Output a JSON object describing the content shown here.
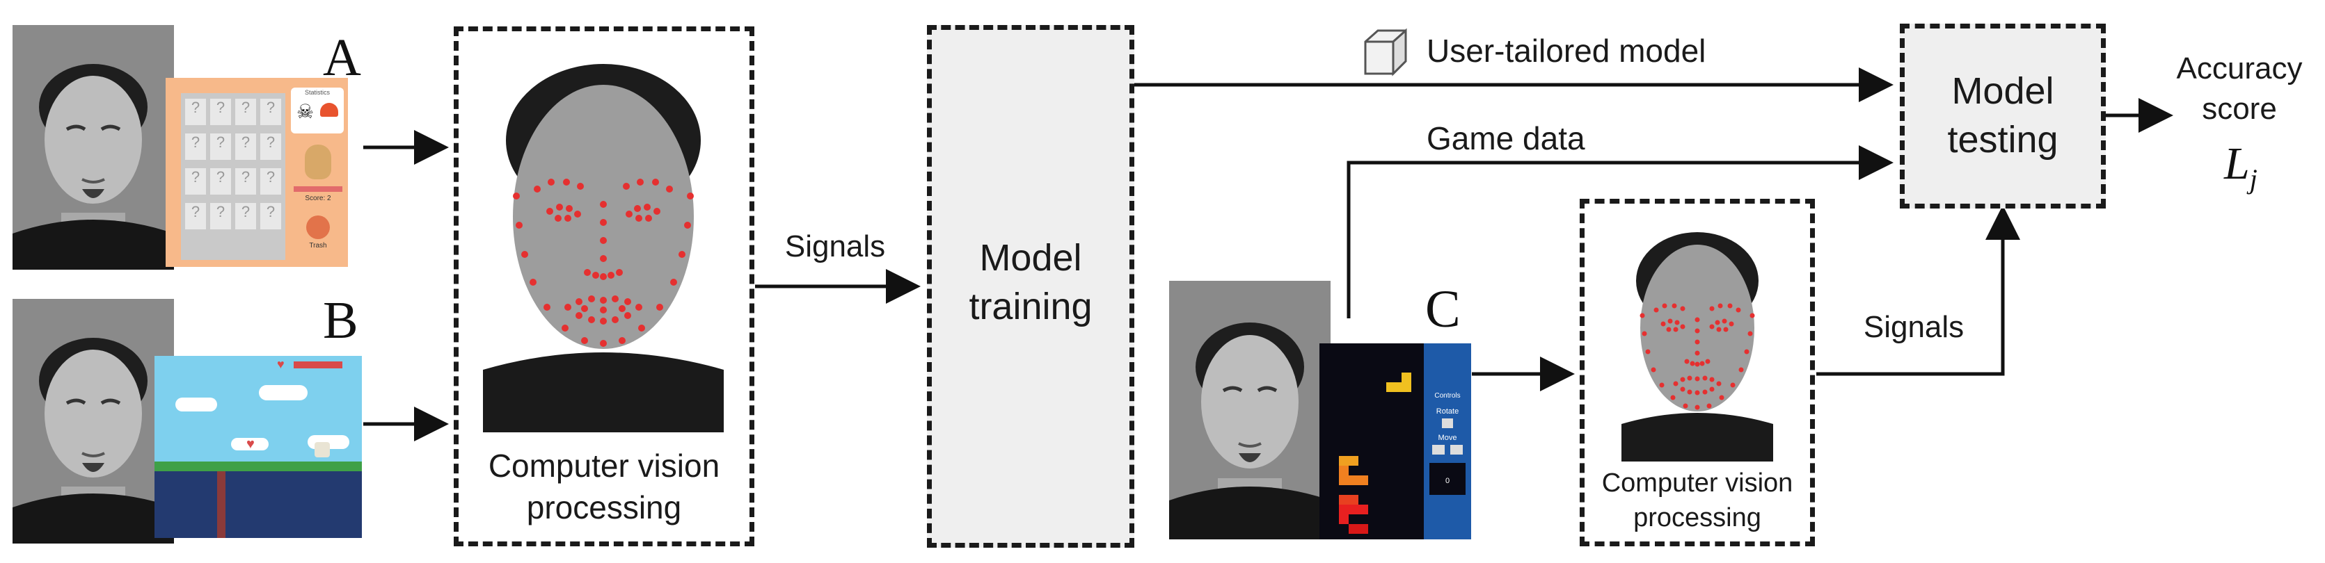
{
  "labels": {
    "letter_a": "A",
    "letter_b": "B",
    "letter_c": "C",
    "cv_processing_1": "Computer vision processing",
    "cv_processing_2": "Computer vision processing",
    "signals_1": "Signals",
    "signals_2": "Signals",
    "model_training": "Model training",
    "user_tailored_model": "User-tailored model",
    "game_data": "Game data",
    "model_testing": "Model testing",
    "accuracy_score": "Accuracy score",
    "score_symbol": "L",
    "score_subscript": "j"
  },
  "game_a": {
    "panel_title": "Statistics",
    "score_text": "Score: 2",
    "trash_label": "Trash",
    "card_glyph": "?"
  },
  "game_c": {
    "controls_label": "Controls",
    "rotate_label": "Rotate",
    "move_label": "Move",
    "score_value": "0"
  },
  "colors": {
    "box_fill": "#efefef",
    "landmark": "#e53030",
    "game_a_bg": "#f7b98a",
    "game_b_sky": "#7ed0ee",
    "game_c_bg": "#0a0a14",
    "game_c_panel": "#1e5aa8"
  }
}
